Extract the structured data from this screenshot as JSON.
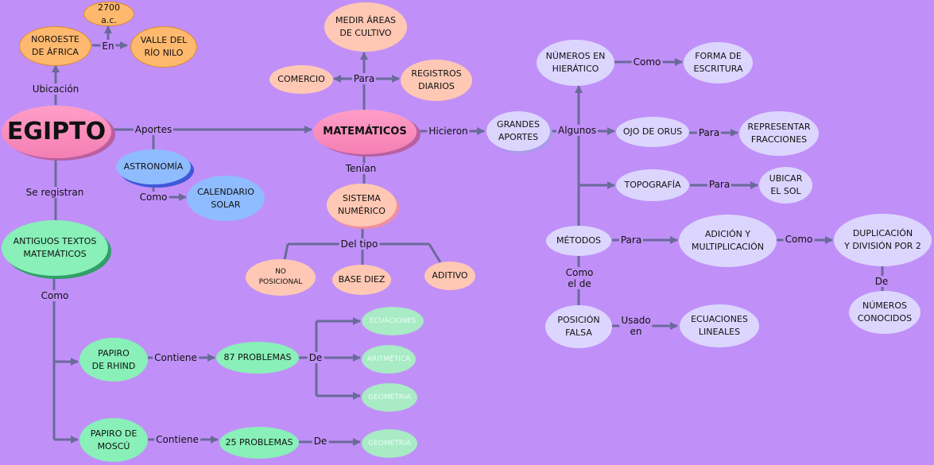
{
  "nodes": {
    "egipto": "EGIPTO",
    "noroeste": "NOROESTE\nDE ÁFRICA",
    "year": "2700 a.c.",
    "valle": "VALLE DEL\nRÍO NILO",
    "astronomia": "ASTRONOMÍA",
    "calendario": "CALENDARIO\nSOLAR",
    "antiguos": "ANTIGUOS TEXTOS\nMATEMÁTICOS",
    "rhind": "PAPIRO\nDE RHIND",
    "p87": "87 PROBLEMAS",
    "ecuaciones_g": "ECUACIONES",
    "aritmetica_g": "ARITMÉTICA",
    "geometria_g1": "GEOMETRIA",
    "moscu": "PAPIRO DE\nMOSCÚ",
    "p25": "25 PROBLEMAS",
    "geometria_g2": "GEOMETRIA",
    "matematicos": "MATEMÁTICOS",
    "medir": "MEDIR ÁREAS\nDE CULTIVO",
    "comercio": "COMERCIO",
    "registros": "REGISTROS\nDIARIOS",
    "sistema": "SISTEMA\nNUMÉRICO",
    "no_posicional": "NO\nPOSICIONAL",
    "base_diez": "BASE DIEZ",
    "aditivo": "ADITIVO",
    "grandes": "GRANDES\nAPORTES",
    "hieratico": "NÚMEROS EN\nHIERÁTICO",
    "forma": "FORMA DE\nESCRITURA",
    "orus": "OJO DE ORUS",
    "fracciones": "REPRESENTAR\nFRACCIONES",
    "topografia": "TOPOGRAFÍA",
    "ubicar": "UBICAR\nEL SOL",
    "metodos": "MÉTODOS",
    "adicion": "ADICIÓN Y\nMULTIPLICACIÓN",
    "duplicacion": "DUPLICACIÓN\nY DIVISIÓN POR 2",
    "conocidos": "NÚMEROS\nCONOCIDOS",
    "posicion": "POSICIÓN\nFALSA",
    "lineales": "ECUACIONES\nLINEALES"
  },
  "labels": {
    "ubicacion": "Ubicación",
    "en": "En",
    "aportes": "Aportes",
    "como_astro": "Como",
    "se_registran": "Se registran",
    "como_textos": "Como",
    "contiene1": "Contiene",
    "de1": "De",
    "contiene2": "Contiene",
    "de2": "De",
    "para_mat": "Para",
    "tenian": "Tenían",
    "del_tipo": "Del tipo",
    "hicieron": "Hicieron",
    "algunos": "Algunos",
    "como_hier": "Como",
    "para_orus": "Para",
    "para_topo": "Para",
    "para_met": "Para",
    "como_adic": "Como",
    "de_dup": "De",
    "como_el_de": "Como\nel de",
    "usado_en": "Usado\nen"
  },
  "colors": {
    "background": "#c090f8",
    "line": "#6a6a9a"
  }
}
